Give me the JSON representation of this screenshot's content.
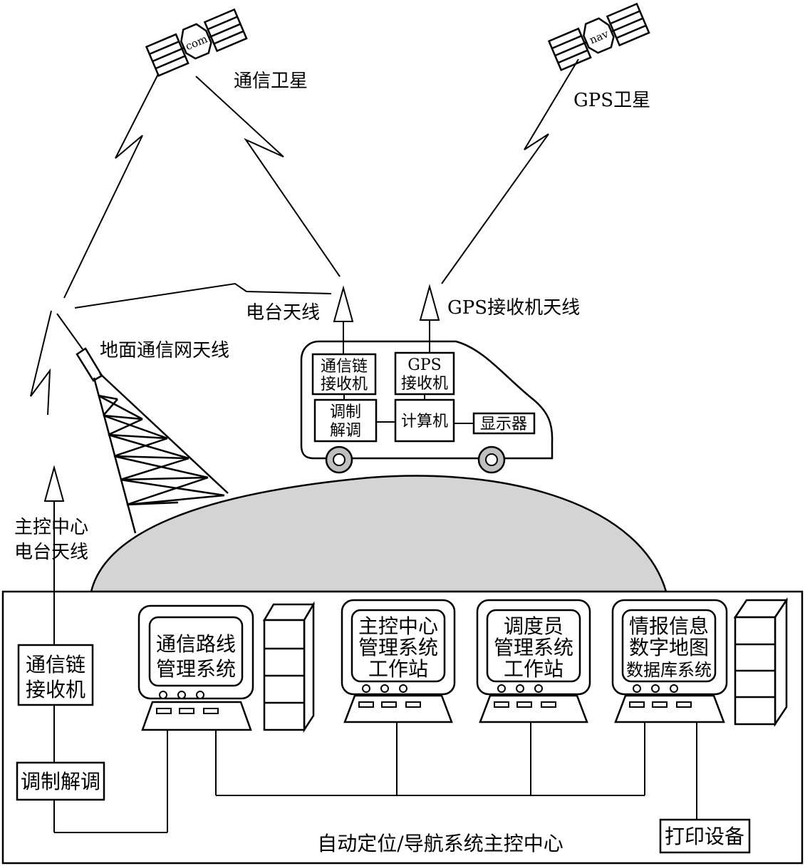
{
  "satellites": {
    "comm": {
      "tag": "com",
      "label": "通信卫星"
    },
    "gps": {
      "tag": "nav",
      "label": "GPS卫星"
    }
  },
  "antennas": {
    "radio": "电台天线",
    "gps_receiver": "GPS接收机天线",
    "ground_network": "地面通信网天线",
    "center_radio_line1": "主控中心",
    "center_radio_line2": "电台天线"
  },
  "vehicle": {
    "comm_link_receiver_line1": "通信链",
    "comm_link_receiver_line2": "接收机",
    "gps_receiver_line1": "GPS",
    "gps_receiver_line2": "接收机",
    "modem_line1": "调制",
    "modem_line2": "解调",
    "computer": "计算机",
    "display": "显示器"
  },
  "control_center": {
    "title": "自动定位/导航系统主控中心",
    "comm_link_receiver_line1": "通信链",
    "comm_link_receiver_line2": "接收机",
    "modem": "调制解调",
    "printer": "打印设备",
    "workstations": [
      {
        "line1": "通信路线",
        "line2": "管理系统",
        "line3": ""
      },
      {
        "line1": "主控中心",
        "line2": "管理系统",
        "line3": "工作站"
      },
      {
        "line1": "调度员",
        "line2": "管理系统",
        "line3": "工作站"
      },
      {
        "line1": "情报信息",
        "line2": "数字地图",
        "line3": "数据库系统"
      }
    ]
  },
  "colors": {
    "line": "#000000",
    "fill_gray": "#d4d4d4",
    "fill_white": "#ffffff"
  }
}
